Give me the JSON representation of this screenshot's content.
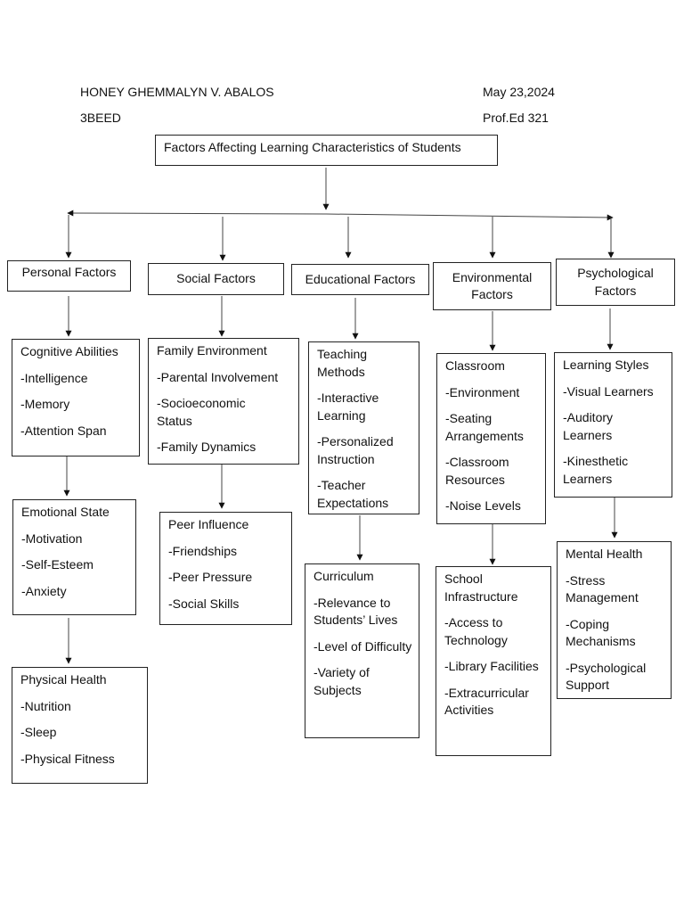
{
  "header": {
    "name": "HONEY GHEMMALYN V. ABALOS",
    "section": "3BEED",
    "date": "May 23,2024",
    "course": "Prof.Ed 321"
  },
  "root": {
    "title": "Factors Affecting Learning Characteristics of Students"
  },
  "categories": [
    {
      "label": "Personal Factors",
      "groups": [
        {
          "title": "Cognitive Abilities",
          "items": [
            "-Intelligence",
            "-Memory",
            "-Attention Span"
          ]
        },
        {
          "title": "Emotional State",
          "items": [
            "-Motivation",
            "-Self-Esteem",
            "-Anxiety"
          ]
        },
        {
          "title": "Physical Health",
          "items": [
            "-Nutrition",
            "-Sleep",
            "-Physical Fitness"
          ]
        }
      ]
    },
    {
      "label": "Social Factors",
      "groups": [
        {
          "title": "Family Environment",
          "items": [
            "-Parental Involvement",
            "-Socioeconomic Status",
            "-Family Dynamics"
          ]
        },
        {
          "title": "Peer Influence",
          "items": [
            "-Friendships",
            "-Peer Pressure",
            "-Social Skills"
          ]
        }
      ]
    },
    {
      "label": "Educational Factors",
      "groups": [
        {
          "title": "Teaching Methods",
          "items": [
            "-Interactive Learning",
            "-Personalized Instruction",
            "-Teacher Expectations"
          ]
        },
        {
          "title": "Curriculum",
          "items": [
            "-Relevance to Students’ Lives",
            "-Level of Difficulty",
            "-Variety of Subjects"
          ]
        }
      ]
    },
    {
      "label": "Environmental Factors",
      "groups": [
        {
          "title": "Classroom",
          "items": [
            "-Environment",
            "-Seating Arrangements",
            "-Classroom Resources",
            "-Noise Levels"
          ]
        },
        {
          "title": "School Infrastructure",
          "items": [
            "-Access to Technology",
            "-Library Facilities",
            "-Extracurricular Activities"
          ]
        }
      ]
    },
    {
      "label": "Psychological Factors",
      "groups": [
        {
          "title": "Learning Styles",
          "items": [
            "-Visual Learners",
            "-Auditory Learners",
            "-Kinesthetic Learners"
          ]
        },
        {
          "title": "Mental Health",
          "items": [
            "-Stress Management",
            "-Coping Mechanisms",
            "-Psychological Support"
          ]
        }
      ]
    }
  ]
}
